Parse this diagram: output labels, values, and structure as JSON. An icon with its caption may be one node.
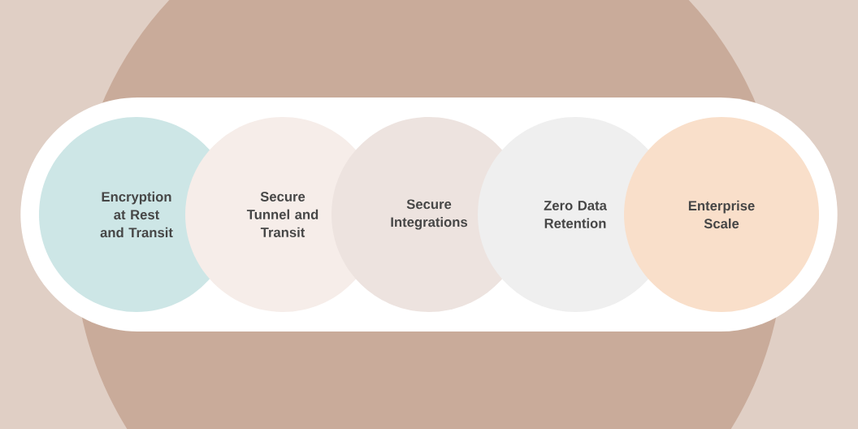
{
  "diagram": {
    "nodes": [
      {
        "text": [],
        "shape": "box"
      },
      {
        "text": [
          "Encryption at Rest and Transit"
        ],
        "in": 0
      },
      {
        "text": [
          "Secure Tunnel and Transit"
        ],
        "in": 0
      },
      {
        "text": [
          "Secure Integrations"
        ],
        "in": 0
      },
      {
        "text": [
          "Zero Data Retention"
        ],
        "in": 0
      },
      {
        "text": [
          "Enterprise Scale"
        ],
        "in": 0
      }
    ]
  }
}
